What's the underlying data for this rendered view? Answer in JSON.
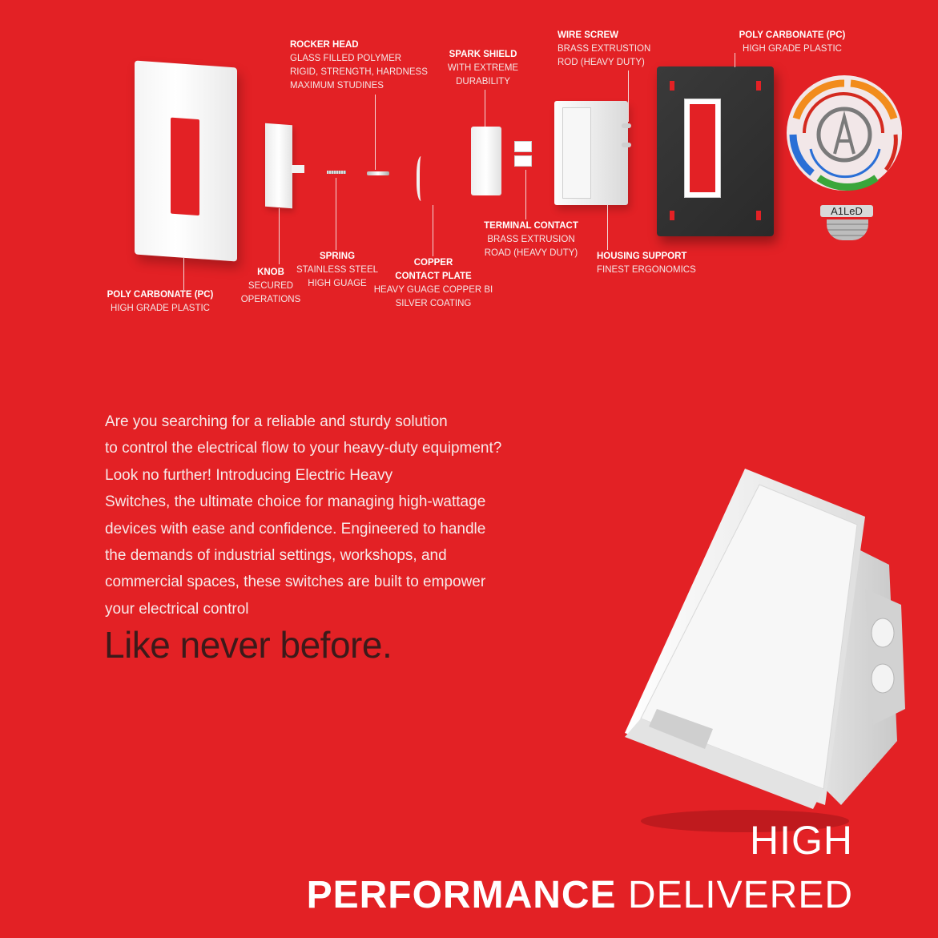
{
  "labels": {
    "poly_carbonate_left": {
      "title": "POLY CARBONATE (PC)",
      "sub": "HIGH GRADE PLASTIC"
    },
    "knob": {
      "title": "KNOB",
      "sub1": "SECURED",
      "sub2": "OPERATIONS"
    },
    "spring": {
      "title": "SPRING",
      "sub1": "STAINLESS STEEL",
      "sub2": "HIGH GUAGE"
    },
    "rocker_head": {
      "title": "ROCKER HEAD",
      "sub1": "GLASS FILLED POLYMER",
      "sub2": "RIGID, STRENGTH, HARDNESS",
      "sub3": "MAXIMUM STUDINES"
    },
    "copper": {
      "title1": "COPPER",
      "title2": "CONTACT PLATE",
      "sub1": "HEAVY GUAGE COPPER BI",
      "sub2": "SILVER COATING"
    },
    "spark_shield": {
      "title": "SPARK SHIELD",
      "sub1": "WITH EXTREME",
      "sub2": "DURABILITY"
    },
    "terminal_contact": {
      "title": "TERMINAL CONTACT",
      "sub1": "BRASS EXTRUSION",
      "sub2": "ROAD (HEAVY DUTY)"
    },
    "wire_screw": {
      "title": "WIRE SCREW",
      "sub1": "BRASS EXTRUSTION",
      "sub2": "ROD (HEAVY DUTY)"
    },
    "housing_support": {
      "title": "HOUSING SUPPORT",
      "sub": "FINEST ERGONOMICS"
    },
    "poly_carbonate_right": {
      "title": "POLY CARBONATE (PC)",
      "sub": "HIGH GRADE PLASTIC"
    }
  },
  "logo": {
    "text": "A1LeD",
    "colors": [
      "#f28c1c",
      "#2a6fd6",
      "#3aa63a",
      "#7a7a7a",
      "#d42a1f"
    ]
  },
  "description_lines": [
    "Are you searching for a reliable and sturdy solution",
    "to control the electrical flow to your heavy-duty equipment?",
    "Look no further! Introducing Electric Heavy",
    "Switches, the ultimate choice for managing high-wattage",
    "devices with ease and confidence. Engineered to handle",
    "the demands of industrial settings, workshops, and",
    "commercial spaces, these switches are built to empower",
    "your electrical control"
  ],
  "tagline": "Like never before.",
  "headline": {
    "line1": "HIGH",
    "bold": "PERFORMANCE",
    "rest": " DELIVERED"
  },
  "colors": {
    "background": "#e32125",
    "tagline": "#3c1a1a"
  }
}
